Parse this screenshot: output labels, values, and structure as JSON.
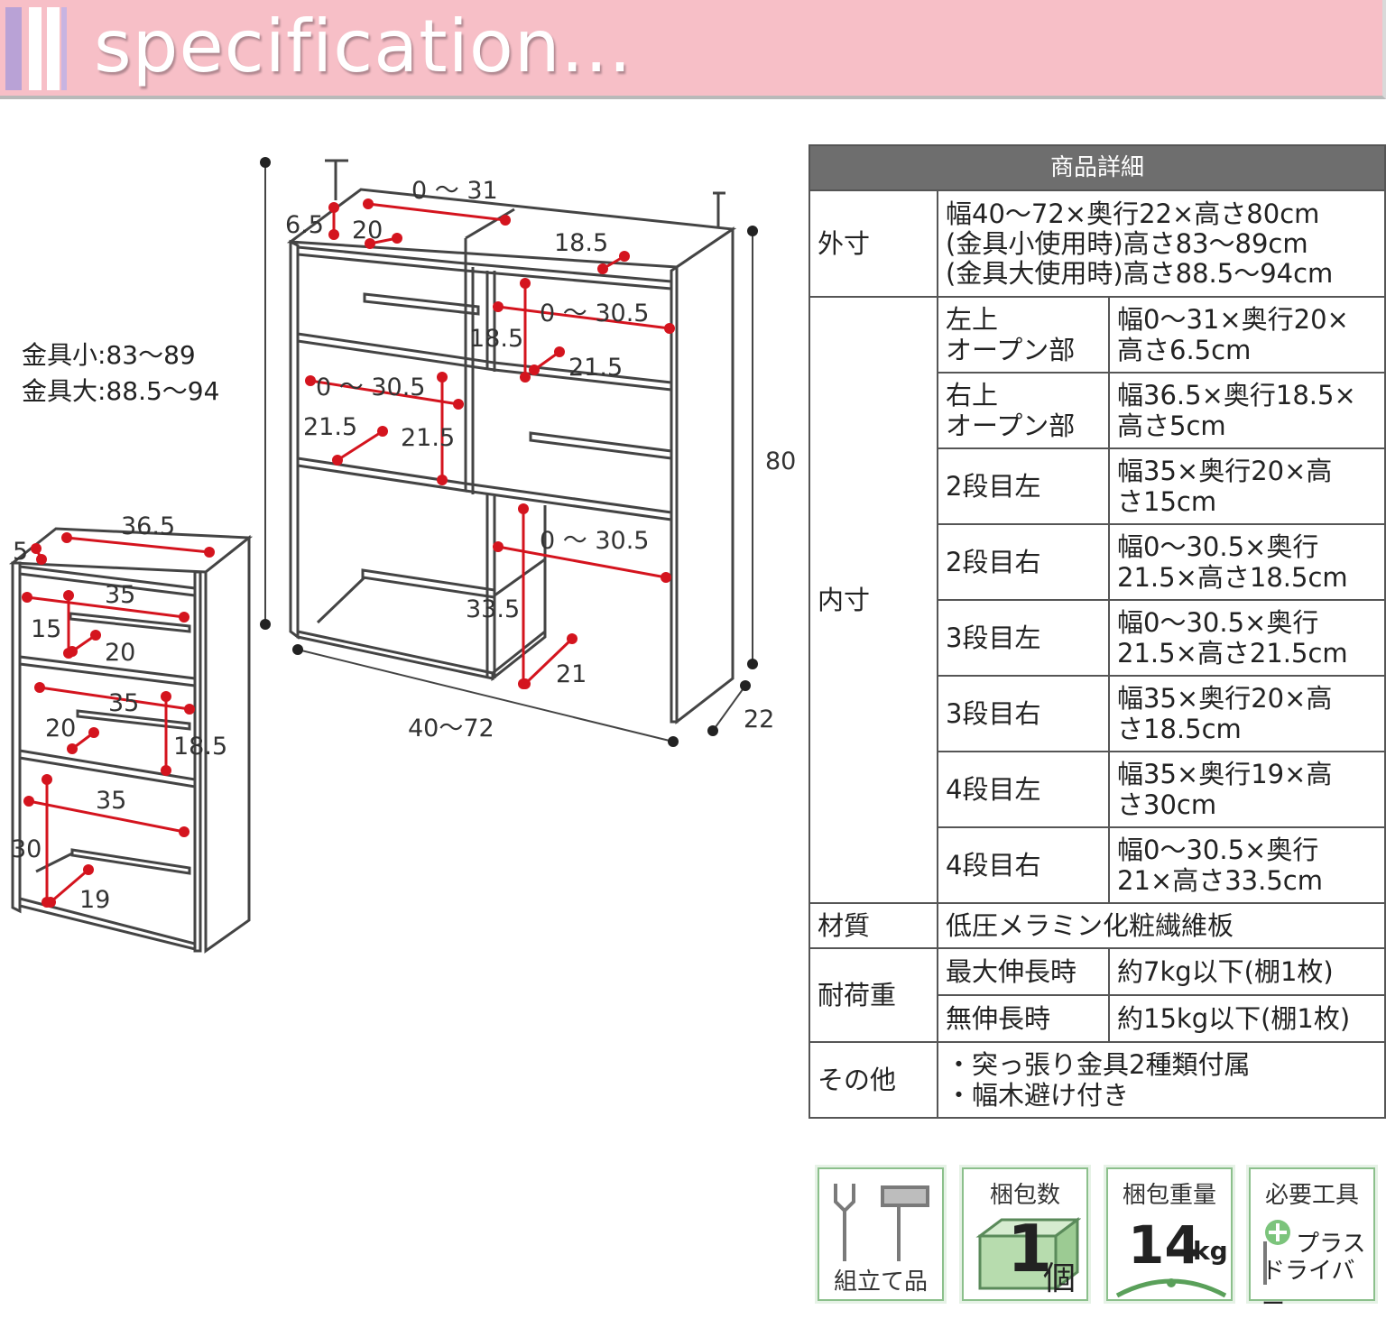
{
  "header": {
    "title": "specification..."
  },
  "hardware_note": {
    "line1": "金具小:83〜89",
    "line2": "金具大:88.5〜94"
  },
  "dimensions": {
    "top_left_width": "0 〜 31",
    "top_left_height": "6.5",
    "top_left_depth": "20",
    "top_right_depth": "18.5",
    "row2_right_width": "0 〜 30.5",
    "row2_right_height": "18.5",
    "row2_right_depth": "21.5",
    "row3_left_width": "0 〜 30.5",
    "row3_left_depth": "21.5",
    "row3_left_height": "21.5",
    "row4_right_width": "0 〜 30.5",
    "row4_right_height": "33.5",
    "row4_right_depth": "21",
    "total_height": "80",
    "total_depth": "22",
    "total_width": "40〜72",
    "small_top_width": "36.5",
    "small_top_height": "5",
    "small_r2_width": "35",
    "small_r2_height": "15",
    "small_r2_depth": "20",
    "small_r3_width": "35",
    "small_r3_depth": "20",
    "small_r3_height": "18.5",
    "small_r4_width": "35",
    "small_r4_height": "30",
    "small_r4_depth": "19"
  },
  "spec_table": {
    "header": "商品詳細",
    "outer": {
      "label": "外寸",
      "line1": "幅40〜72×奥行22×高さ80cm",
      "line2": "(金具小使用時)高さ83〜89cm",
      "line3": "(金具大使用時)高さ88.5〜94cm"
    },
    "inner_label": "内寸",
    "inner": [
      {
        "part": "左上\nオープン部",
        "size": "幅0〜31×奥行20×\n高さ6.5cm"
      },
      {
        "part": "右上\nオープン部",
        "size": "幅36.5×奥行18.5×\n高さ5cm"
      },
      {
        "part": "2段目左",
        "size": "幅35×奥行20×高\nさ15cm"
      },
      {
        "part": "2段目右",
        "size": "幅0〜30.5×奥行\n21.5×高さ18.5cm"
      },
      {
        "part": "3段目左",
        "size": "幅0〜30.5×奥行\n21.5×高さ21.5cm"
      },
      {
        "part": "3段目右",
        "size": "幅35×奥行20×高\nさ18.5cm"
      },
      {
        "part": "4段目左",
        "size": "幅35×奥行19×高\nさ30cm"
      },
      {
        "part": "4段目右",
        "size": "幅0〜30.5×奥行\n21×高さ33.5cm"
      }
    ],
    "material": {
      "label": "材質",
      "value": "低圧メラミン化粧繊維板"
    },
    "load": {
      "label": "耐荷重",
      "row1_label": "最大伸長時",
      "row1_value": "約7kg以下(棚1枚)",
      "row2_label": "無伸長時",
      "row2_value": "約15kg以下(棚1枚)"
    },
    "other": {
      "label": "その他",
      "line1": "・突っ張り金具2種類付属",
      "line2": "・幅木避け付き"
    }
  },
  "icons": {
    "assembly": "組立て品",
    "packages_label": "梱包数",
    "packages_value": "1",
    "packages_unit": "個",
    "weight_label": "梱包重量",
    "weight_value": "14",
    "weight_unit": "kg",
    "tools_label": "必要工具",
    "tools_value1": "プラス",
    "tools_value2": "ドライバー"
  },
  "colors": {
    "banner": "#f7bfc7",
    "dimension_dot": "#d4141e",
    "table_header": "#6e6e6e",
    "icon_border": "#8cc08c"
  }
}
